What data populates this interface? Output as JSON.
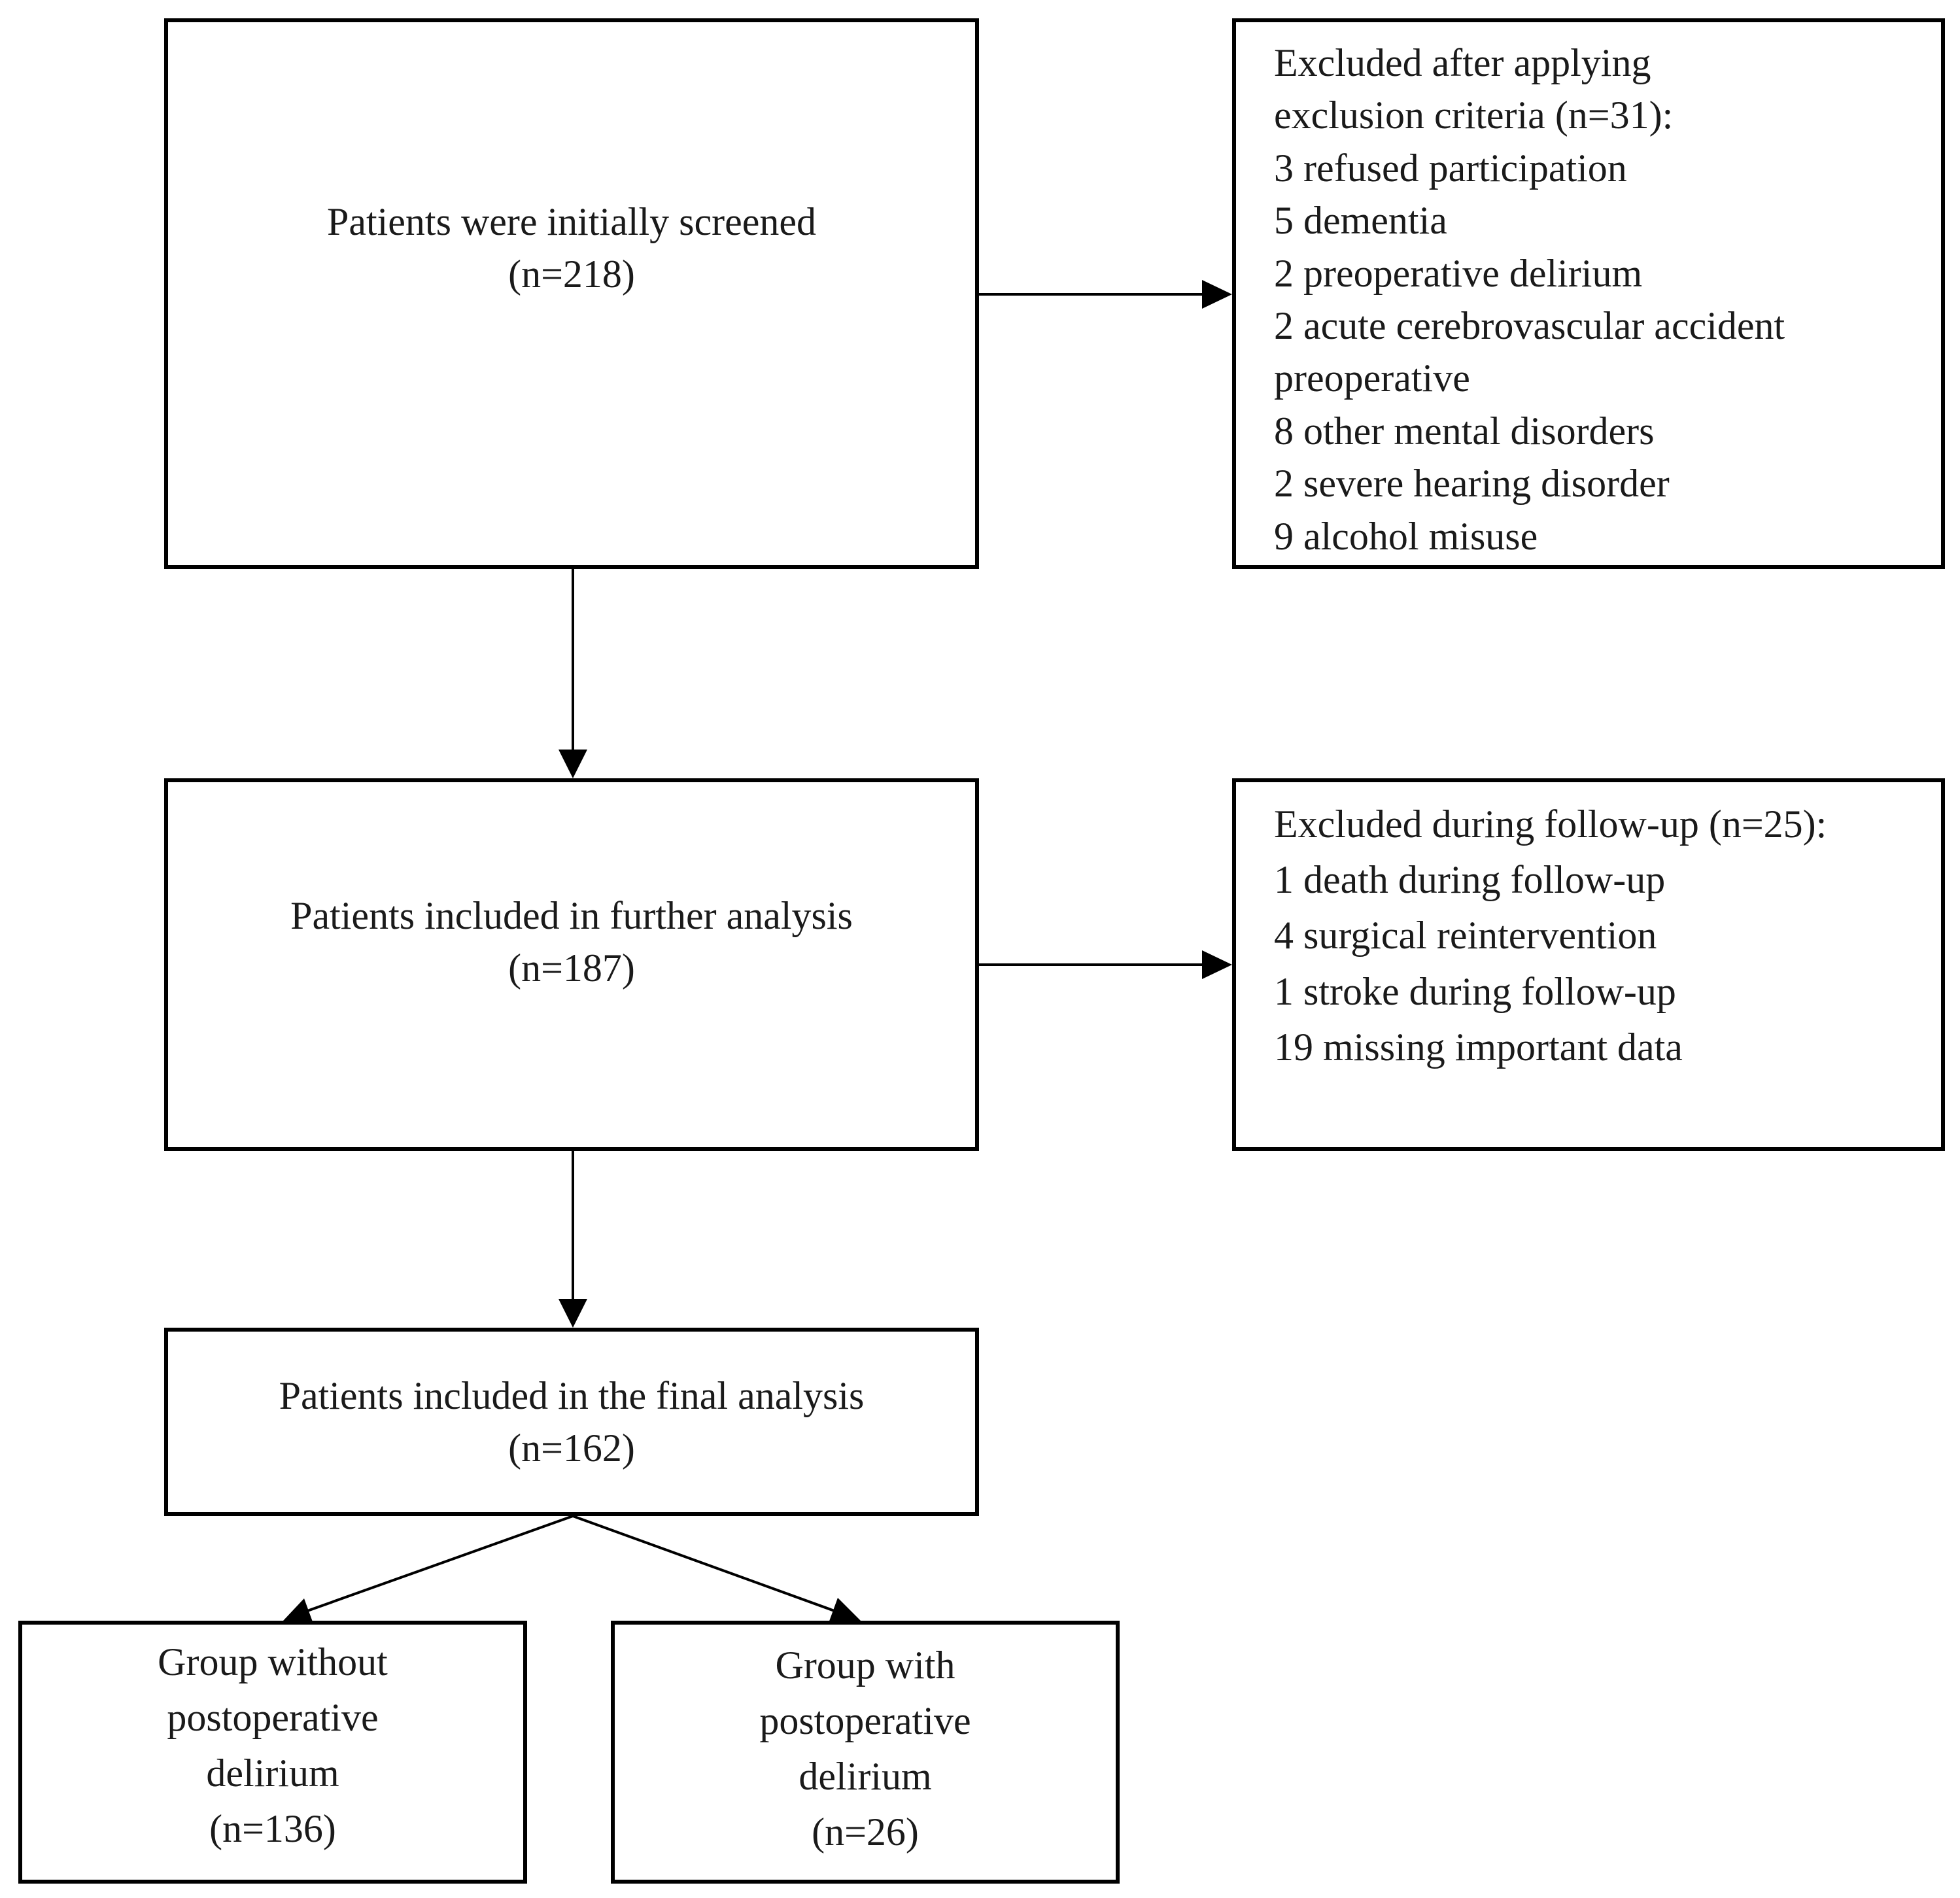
{
  "boxes": {
    "screened": {
      "line1": "Patients were initially screened",
      "line2": "(n=218)"
    },
    "excluded_criteria": {
      "heading": "Excluded  after applying exclusion criteria (n=31):",
      "items": [
        "3 refused participation",
        "5 dementia",
        "2 preoperative delirium",
        "2 acute cerebrovascular accident preoperative",
        "8 other mental disorders",
        "2 severe hearing disorder",
        "9 alcohol misuse"
      ]
    },
    "further_analysis": {
      "line1": "Patients included in further analysis",
      "line2": "(n=187)"
    },
    "excluded_followup": {
      "heading": "Excluded  during follow-up (n=25):",
      "items": [
        "1 death during follow-up",
        "4 surgical reintervention",
        "1 stroke during follow-up",
        "19 missing important data"
      ]
    },
    "final_analysis": {
      "line1": "Patients included in the final analysis",
      "line2": "(n=162)"
    },
    "without_delirium": {
      "line1": "Group without",
      "line2": "postoperative",
      "line3": "delirium",
      "line4": "(n=136)"
    },
    "with_delirium": {
      "line1": "Group with",
      "line2": "postoperative",
      "line3": "delirium",
      "line4": "(n=26)"
    }
  }
}
